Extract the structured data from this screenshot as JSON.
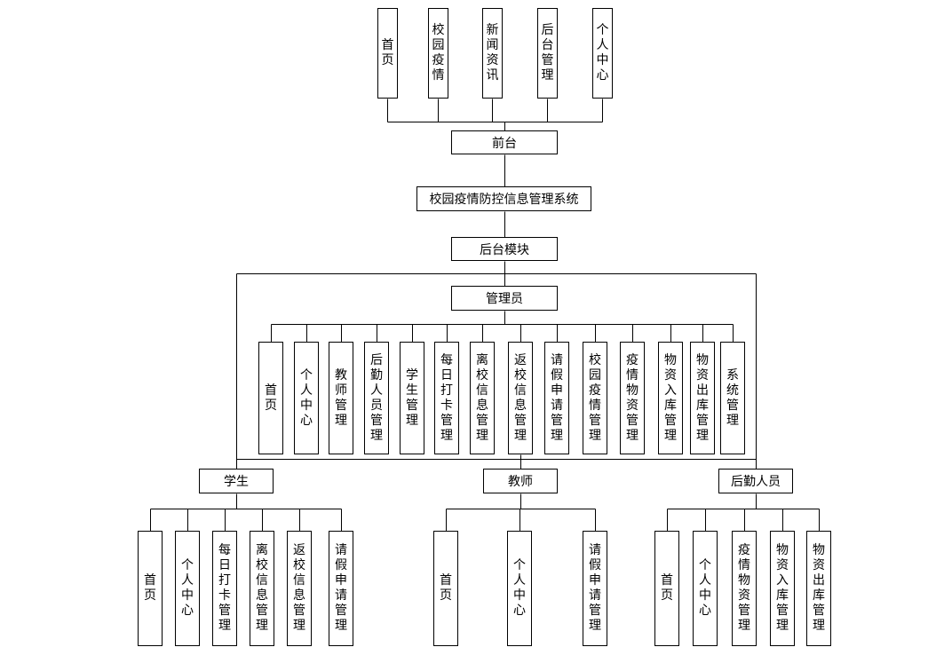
{
  "front_tabs": [
    "首页",
    "校园疫情",
    "新闻资讯",
    "后台管理",
    "个人中心"
  ],
  "front_label": "前台",
  "system_title": "校园疫情防控信息管理系统",
  "backend_label": "后台模块",
  "admin": {
    "label": "管理员",
    "functions": [
      "首页",
      "个人中心",
      "教师管理",
      "后勤人员管理",
      "学生管理",
      "每日打卡管理",
      "离校信息管理",
      "返校信息管理",
      "请假申请管理",
      "校园疫情管理",
      "疫情物资管理",
      "物资入库管理",
      "物资出库管理",
      "系统管理"
    ]
  },
  "student": {
    "label": "学生",
    "functions": [
      "首页",
      "个人中心",
      "每日打卡管理",
      "离校信息管理",
      "返校信息管理",
      "请假申请管理"
    ]
  },
  "teacher": {
    "label": "教师",
    "functions": [
      "首页",
      "个人中心",
      "请假申请管理"
    ]
  },
  "logistics": {
    "label": "后勤人员",
    "functions": [
      "首页",
      "个人中心",
      "疫情物资管理",
      "物资入库管理",
      "物资出库管理"
    ]
  }
}
